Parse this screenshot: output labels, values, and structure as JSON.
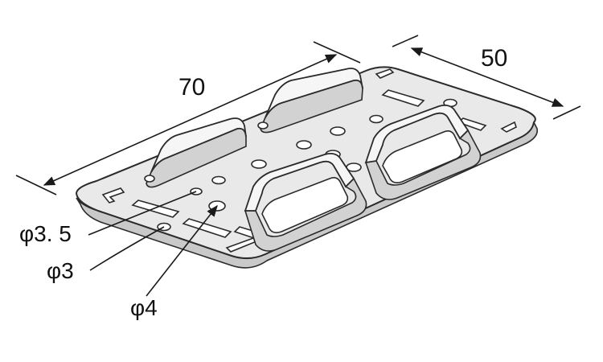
{
  "dimensions": {
    "length_label": "70",
    "width_label": "50"
  },
  "callouts": {
    "hole_35_label": "φ3. 5",
    "hole_3_label": "φ3",
    "hole_4_label": "φ4"
  }
}
